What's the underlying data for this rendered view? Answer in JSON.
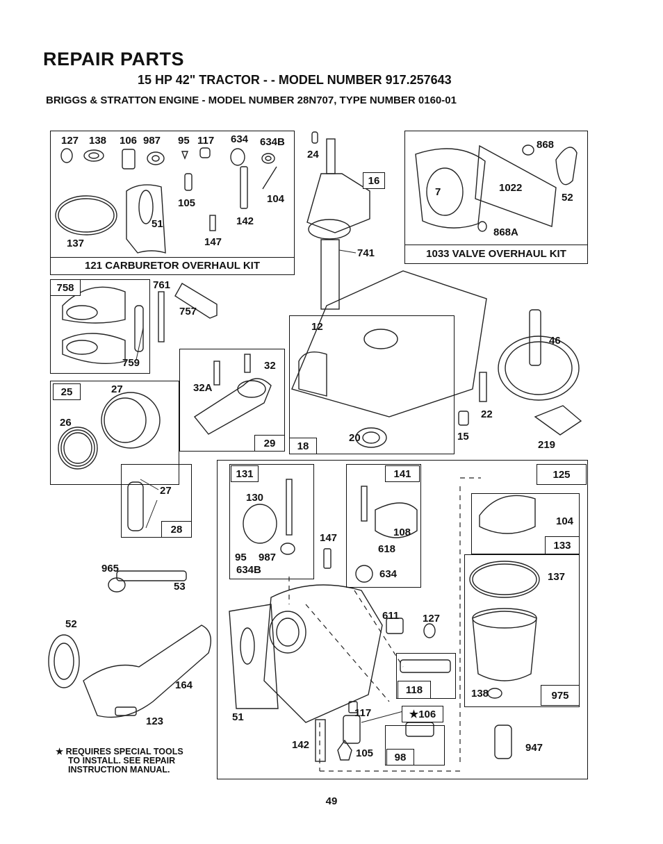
{
  "header": {
    "title": "REPAIR PARTS",
    "subtitle": "15 HP 42\" TRACTOR - - MODEL NUMBER 917.257643",
    "engine": "BRIGGS & STRATTON ENGINE - MODEL NUMBER 28N707, TYPE NUMBER 0160-01"
  },
  "kits": {
    "carburetor": "121 CARBURETOR OVERHAUL KIT",
    "valve": "1033 VALVE OVERHAUL KIT"
  },
  "tags": {
    "t16": "16",
    "t758": "758",
    "t25": "25",
    "t28": "28",
    "t29": "29",
    "t18": "18",
    "t131": "131",
    "t141": "141",
    "t125": "125",
    "t133": "133",
    "t118": "118",
    "t106": "★106",
    "t98": "98",
    "t975": "975"
  },
  "labels": {
    "l127a": "127",
    "l138a": "138",
    "l106": "106",
    "l987a": "987",
    "l95a": "95",
    "l117a": "117",
    "l634a": "634",
    "l634b_a": "634B",
    "l105a": "105",
    "l104a": "104",
    "l51a": "51",
    "l142a": "142",
    "l147a": "147",
    "l137a": "137",
    "l24": "24",
    "l741": "741",
    "l868": "868",
    "l7": "7",
    "l1022": "1022",
    "l52a": "52",
    "l868a": "868A",
    "l761": "761",
    "l757": "757",
    "l759": "759",
    "l32": "32",
    "l32a": "32A",
    "l12": "12",
    "l46": "46",
    "l27a": "27",
    "l26": "26",
    "l27b": "27",
    "l22": "22",
    "l15": "15",
    "l20": "20",
    "l219": "219",
    "l130": "130",
    "l147b": "147",
    "l108": "108",
    "l104b": "104",
    "l95b": "95",
    "l987b": "987",
    "l618": "618",
    "l634b_b": "634B",
    "l634b": "634",
    "l137b": "137",
    "l965": "965",
    "l53": "53",
    "l52b": "52",
    "l611": "611",
    "l127b": "127",
    "l164": "164",
    "l138b": "138",
    "l123": "123",
    "l51b": "51",
    "l117b": "117",
    "l142b": "142",
    "l105b": "105",
    "l947": "947"
  },
  "note": {
    "line1": "★ REQUIRES SPECIAL TOOLS",
    "line2": "TO INSTALL. SEE REPAIR",
    "line3": "INSTRUCTION MANUAL."
  },
  "page_number": "49"
}
